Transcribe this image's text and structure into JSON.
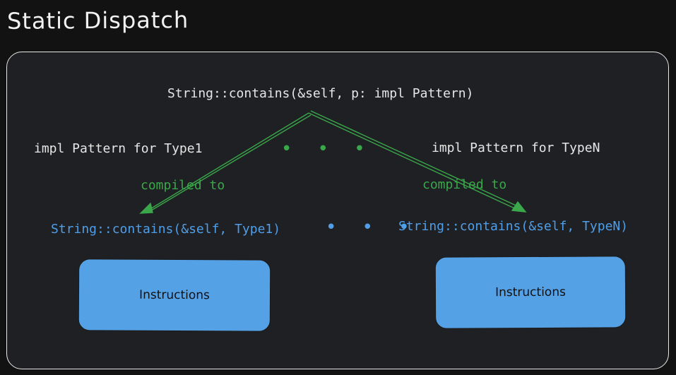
{
  "title": "Static Dispatch",
  "diagram": {
    "top_signature": "String::contains(&self, p: impl Pattern)",
    "left": {
      "impl_label": "impl Pattern for Type1",
      "edge_label": "compiled to",
      "signature": "String::contains(&self, Type1)",
      "box_label": "Instructions"
    },
    "right": {
      "impl_label": "impl Pattern for TypeN",
      "edge_label": "compiled to",
      "signature": "String::contains(&self, TypeN)",
      "box_label": "Instructions"
    },
    "impl_ellipsis": "• • •",
    "signature_ellipsis": "• • •"
  },
  "colors": {
    "background": "#121212",
    "panel": "#1f2024",
    "text": "#e6e6e6",
    "green": "#3aa84a",
    "blue": "#4f9ee8",
    "box_fill": "#55a1e6"
  }
}
